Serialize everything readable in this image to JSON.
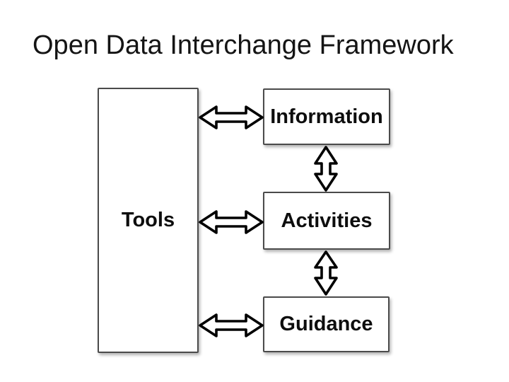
{
  "slide": {
    "title": "Open Data Interchange Framework",
    "background_color": "#ffffff"
  },
  "diagram": {
    "nodes": [
      {
        "id": "tools",
        "label": "Tools"
      },
      {
        "id": "information",
        "label": "Information"
      },
      {
        "id": "activities",
        "label": "Activities"
      },
      {
        "id": "guidance",
        "label": "Guidance"
      }
    ],
    "connections": [
      {
        "from": "tools",
        "to": "information",
        "style": "double-headed-arrow",
        "orientation": "horizontal"
      },
      {
        "from": "tools",
        "to": "activities",
        "style": "double-headed-arrow",
        "orientation": "horizontal"
      },
      {
        "from": "tools",
        "to": "guidance",
        "style": "double-headed-arrow",
        "orientation": "horizontal"
      },
      {
        "from": "information",
        "to": "activities",
        "style": "double-headed-arrow",
        "orientation": "vertical"
      },
      {
        "from": "activities",
        "to": "guidance",
        "style": "double-headed-arrow",
        "orientation": "vertical"
      }
    ],
    "colors": {
      "box_border": "#4b4b4b",
      "box_fill": "#ffffff",
      "arrow_stroke": "#000000",
      "arrow_fill": "#ffffff",
      "text": "#0d0d0d",
      "title_text": "#141414"
    }
  }
}
